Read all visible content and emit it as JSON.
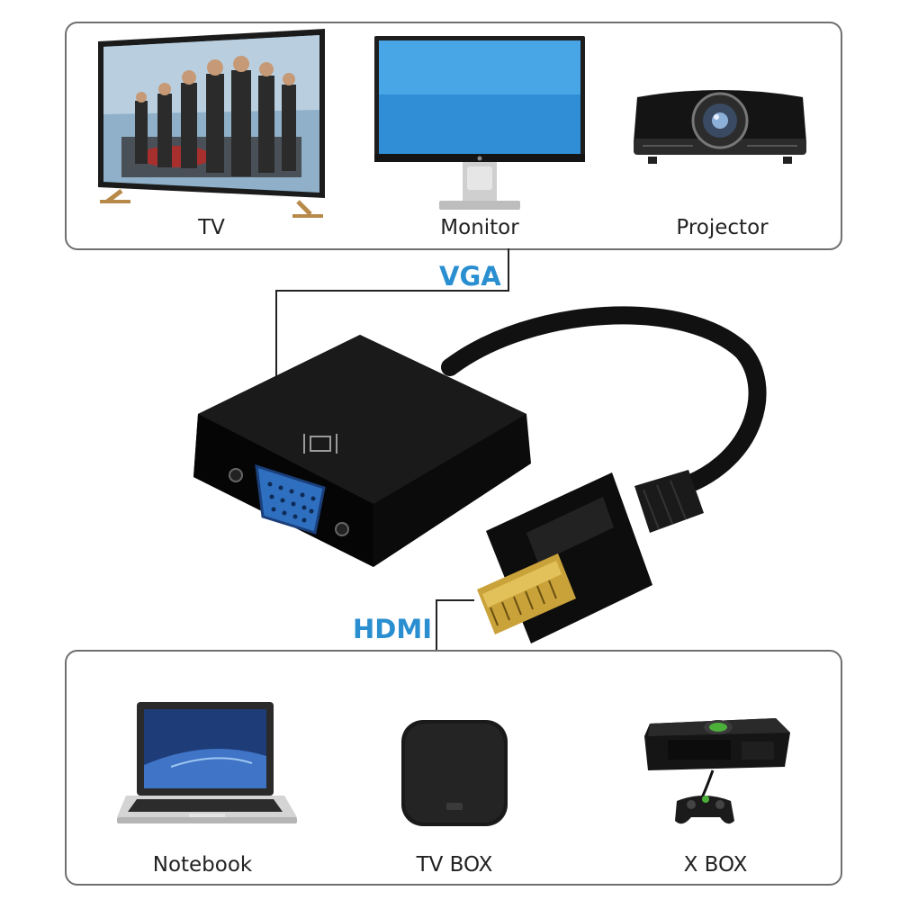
{
  "top_panel": {
    "devices": [
      {
        "label": "TV",
        "icon": "tv-icon"
      },
      {
        "label": "Monitor",
        "icon": "monitor-icon"
      },
      {
        "label": "Projector",
        "icon": "projector-icon"
      }
    ]
  },
  "bottom_panel": {
    "devices": [
      {
        "label": "Notebook",
        "icon": "laptop-icon"
      },
      {
        "label": "TV BOX",
        "icon": "tv-box-icon"
      },
      {
        "label": "X BOX",
        "icon": "xbox-icon"
      }
    ]
  },
  "adapter": {
    "vga_label": "VGA",
    "hdmi_label": "HDMI"
  },
  "colors": {
    "port_label": "#2a8fd0",
    "panel_border": "#6f6f6f",
    "adapter_body": "#0b0b0b",
    "vga_port": "#2f6fbf",
    "hdmi_gold": "#c9a23a"
  }
}
